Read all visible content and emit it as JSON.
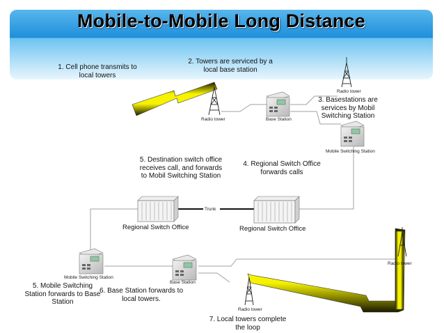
{
  "title": "Mobile-to-Mobile Long Distance",
  "notes": {
    "step1": "1. Cell phone transmits to local towers",
    "step2": "2. Towers are serviced by a local base station",
    "step3": "3. Basestations are services by Mobil Switching Station",
    "step4": "4. Regional Switch Office forwards calls",
    "step5_dest": "5. Destination switch office receives call, and forwards to Mobil Switching Station",
    "step5_msc": "5. Mobile Switching Station forwards to Base Station",
    "step6": "6. Base Station forwards to local towers.",
    "step7": "7. Local towers complete the loop"
  },
  "labels": {
    "radio_tower_top": "Radio tower",
    "radio_tower_left": "Radio tower",
    "base_station_top": "Base Station",
    "msc_top": "Mobile Switching Station",
    "trunk": "Trunk",
    "rso_left": "Regional Switch Office",
    "rso_right": "Regional Switch Office",
    "msc_bottom": "Mobile Switching Station",
    "base_station_bottom": "Base Station",
    "radio_tower_right": "Radio tower",
    "radio_tower_bottom": "Radio tower"
  },
  "colors": {
    "banner": "#2a95de",
    "beam_yellow": "#f6f200",
    "beam_dark": "#2a2a00",
    "line": "#a0a0a0"
  }
}
